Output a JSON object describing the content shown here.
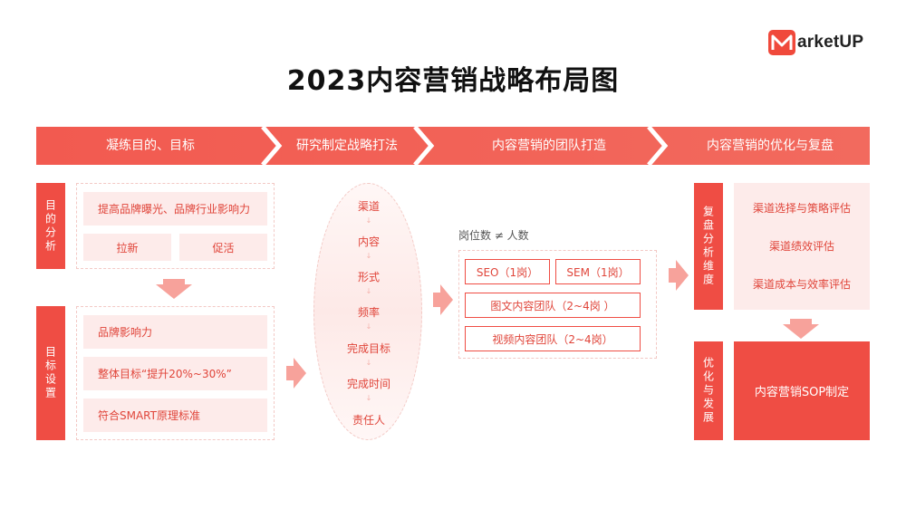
{
  "logo": {
    "text": "arketUP"
  },
  "title": "2023内容营销战略布局图",
  "banner": {
    "stages": [
      "凝练目的、目标",
      "研究制定战略打法",
      "内容营销的团队打造",
      "内容营销的优化与复盘"
    ]
  },
  "goal_analysis": {
    "label": "目的分析",
    "items": [
      "提高品牌曝光、品牌行业影响力",
      "拉新",
      "促活"
    ]
  },
  "goal_setting": {
    "label": "目标设置",
    "items": [
      "品牌影响力",
      "整体目标“提升20%~30%”",
      "符合SMART原理标准"
    ]
  },
  "strategy": {
    "items": [
      "渠道",
      "内容",
      "形式",
      "频率",
      "完成目标",
      "完成时间",
      "责任人"
    ],
    "arrow_glyph": "↓"
  },
  "team": {
    "caption": "岗位数 ≠ 人数",
    "roles": [
      "SEO（1岗）",
      "SEM（1岗）",
      "图文内容团队（2~4岗 ）",
      "视频内容团队（2~4岗）"
    ]
  },
  "review": {
    "label": "复盘分析维度",
    "items": [
      "渠道选择与策略评估",
      "渠道绩效评估",
      "渠道成本与效率评估"
    ]
  },
  "optimize": {
    "label": "优化与发展",
    "sop": "内容营销SOP制定"
  },
  "colors": {
    "accent": "#ef4d44",
    "pill_bg": "#fdebea",
    "arrow": "#f7a29b"
  }
}
